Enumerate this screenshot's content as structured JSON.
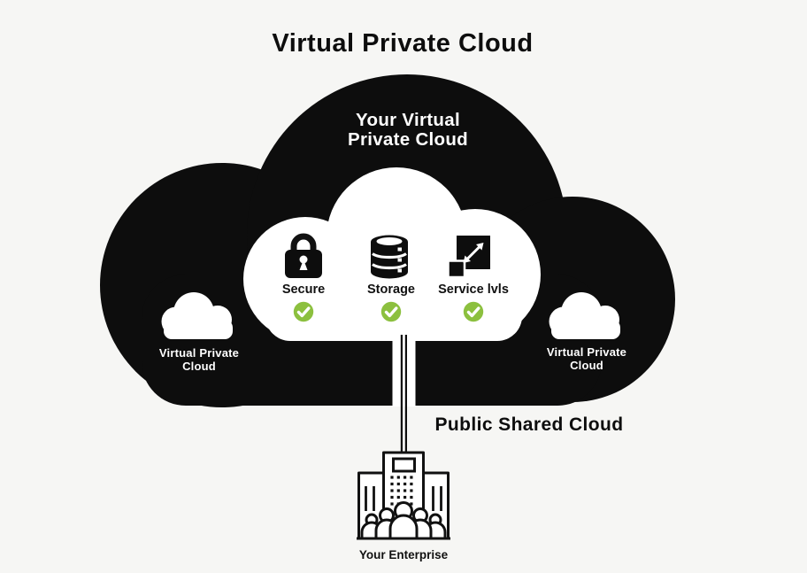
{
  "title": "Virtual Private Cloud",
  "colors": {
    "background": "#f6f6f4",
    "cloud_black": "#0d0d0d",
    "cloud_white": "#ffffff",
    "check_green": "#8cc03f",
    "text_dark": "#111111"
  },
  "main_cloud": {
    "label_line1": "Your Virtual",
    "label_line2": "Private Cloud"
  },
  "features": [
    {
      "label": "Secure",
      "icon": "lock-icon",
      "checked": true
    },
    {
      "label": "Storage",
      "icon": "database-icon",
      "checked": true
    },
    {
      "label": "Service lvls",
      "icon": "scale-icon",
      "checked": true
    }
  ],
  "side_clouds": {
    "left": {
      "line1": "Virtual Private",
      "line2": "Cloud"
    },
    "right": {
      "line1": "Virtual Private",
      "line2": "Cloud"
    }
  },
  "public_cloud_label": "Public Shared Cloud",
  "enterprise_label": "Your Enterprise"
}
